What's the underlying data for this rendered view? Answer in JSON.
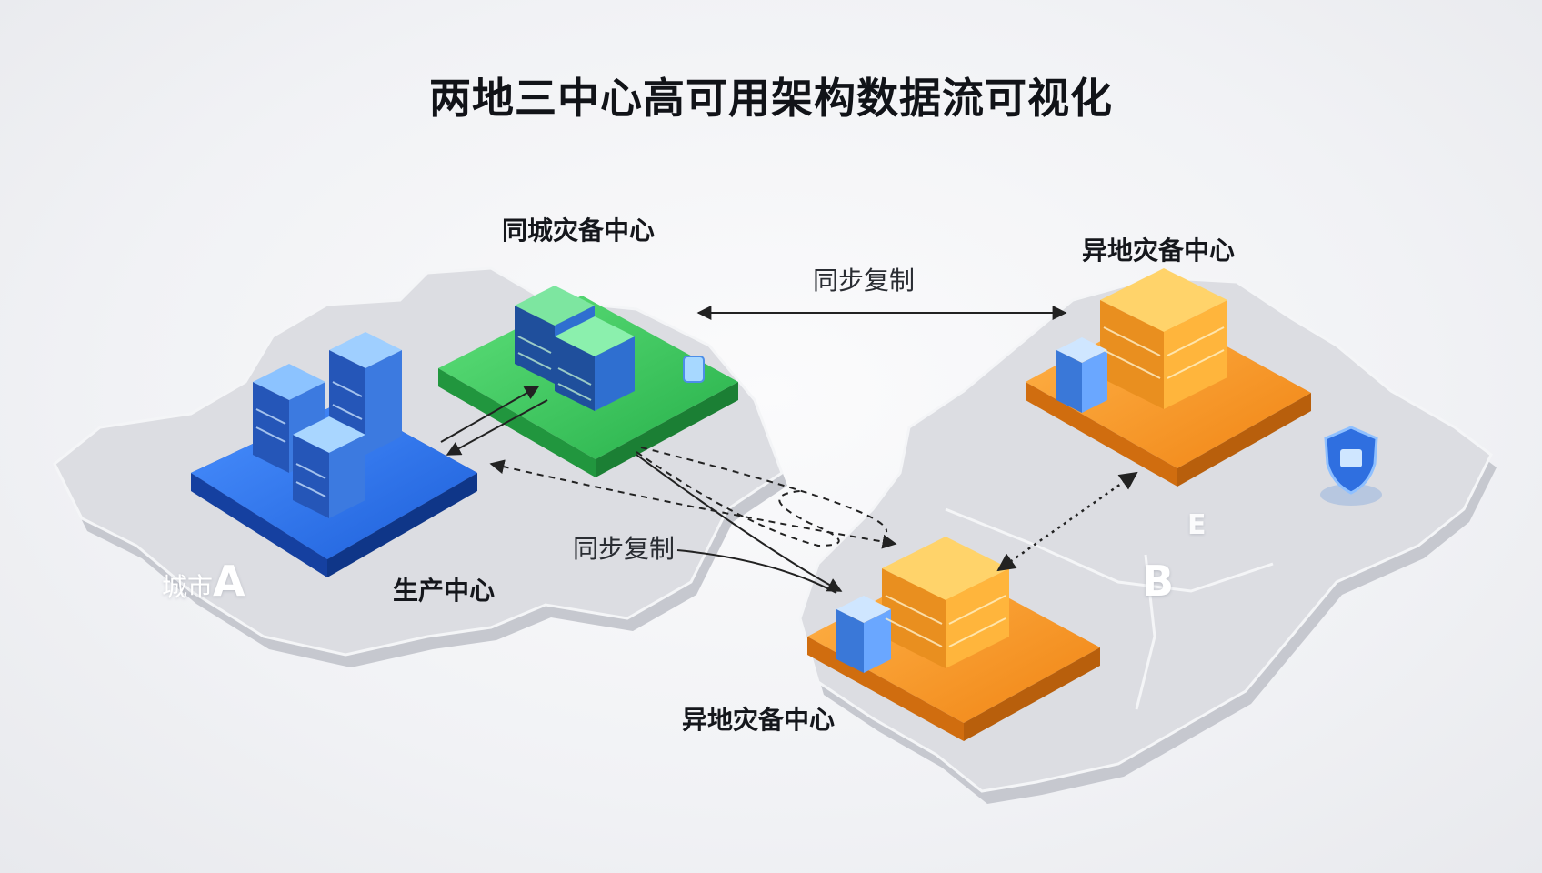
{
  "title": "两地三中心高可用架构数据流可视化",
  "centers": {
    "production": {
      "label": "生产中心",
      "color": "#2f74e6"
    },
    "same_city": {
      "label": "同城灾备中心",
      "color": "#3ec35b"
    },
    "remote_top": {
      "label": "异地灾备中心",
      "color": "#f39a25"
    },
    "remote_bottom": {
      "label": "异地灾备中心",
      "color": "#f38c1c"
    }
  },
  "flows": {
    "top": "同步复制",
    "middle": "同步复制"
  },
  "cities": {
    "a_prefix": "城市",
    "a_letter": "A",
    "b_letter": "B",
    "e_letter": "E"
  },
  "icons": {
    "shield": "shield-icon"
  }
}
